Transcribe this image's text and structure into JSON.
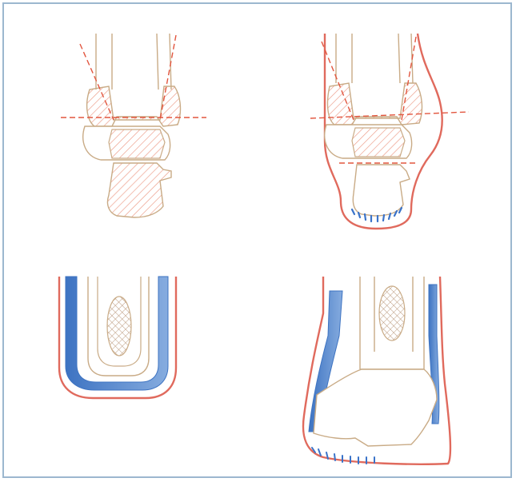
{
  "figure": {
    "panels": [
      {
        "id": "top-left",
        "description_hidden": true
      },
      {
        "id": "top-right",
        "description_hidden": true
      },
      {
        "id": "bottom-left",
        "description_hidden": true
      },
      {
        "id": "bottom-right",
        "description_hidden": true
      }
    ],
    "colors": {
      "frame": "#9cb7cf",
      "bone_outline": "#c9ab86",
      "resection_hatch": "#e88e7c",
      "cut_line": "#e2563f",
      "skin_outline": "#e06a5d",
      "soft_tissue": "#4f86cf",
      "marrow_hatch": "#b08a64"
    }
  }
}
